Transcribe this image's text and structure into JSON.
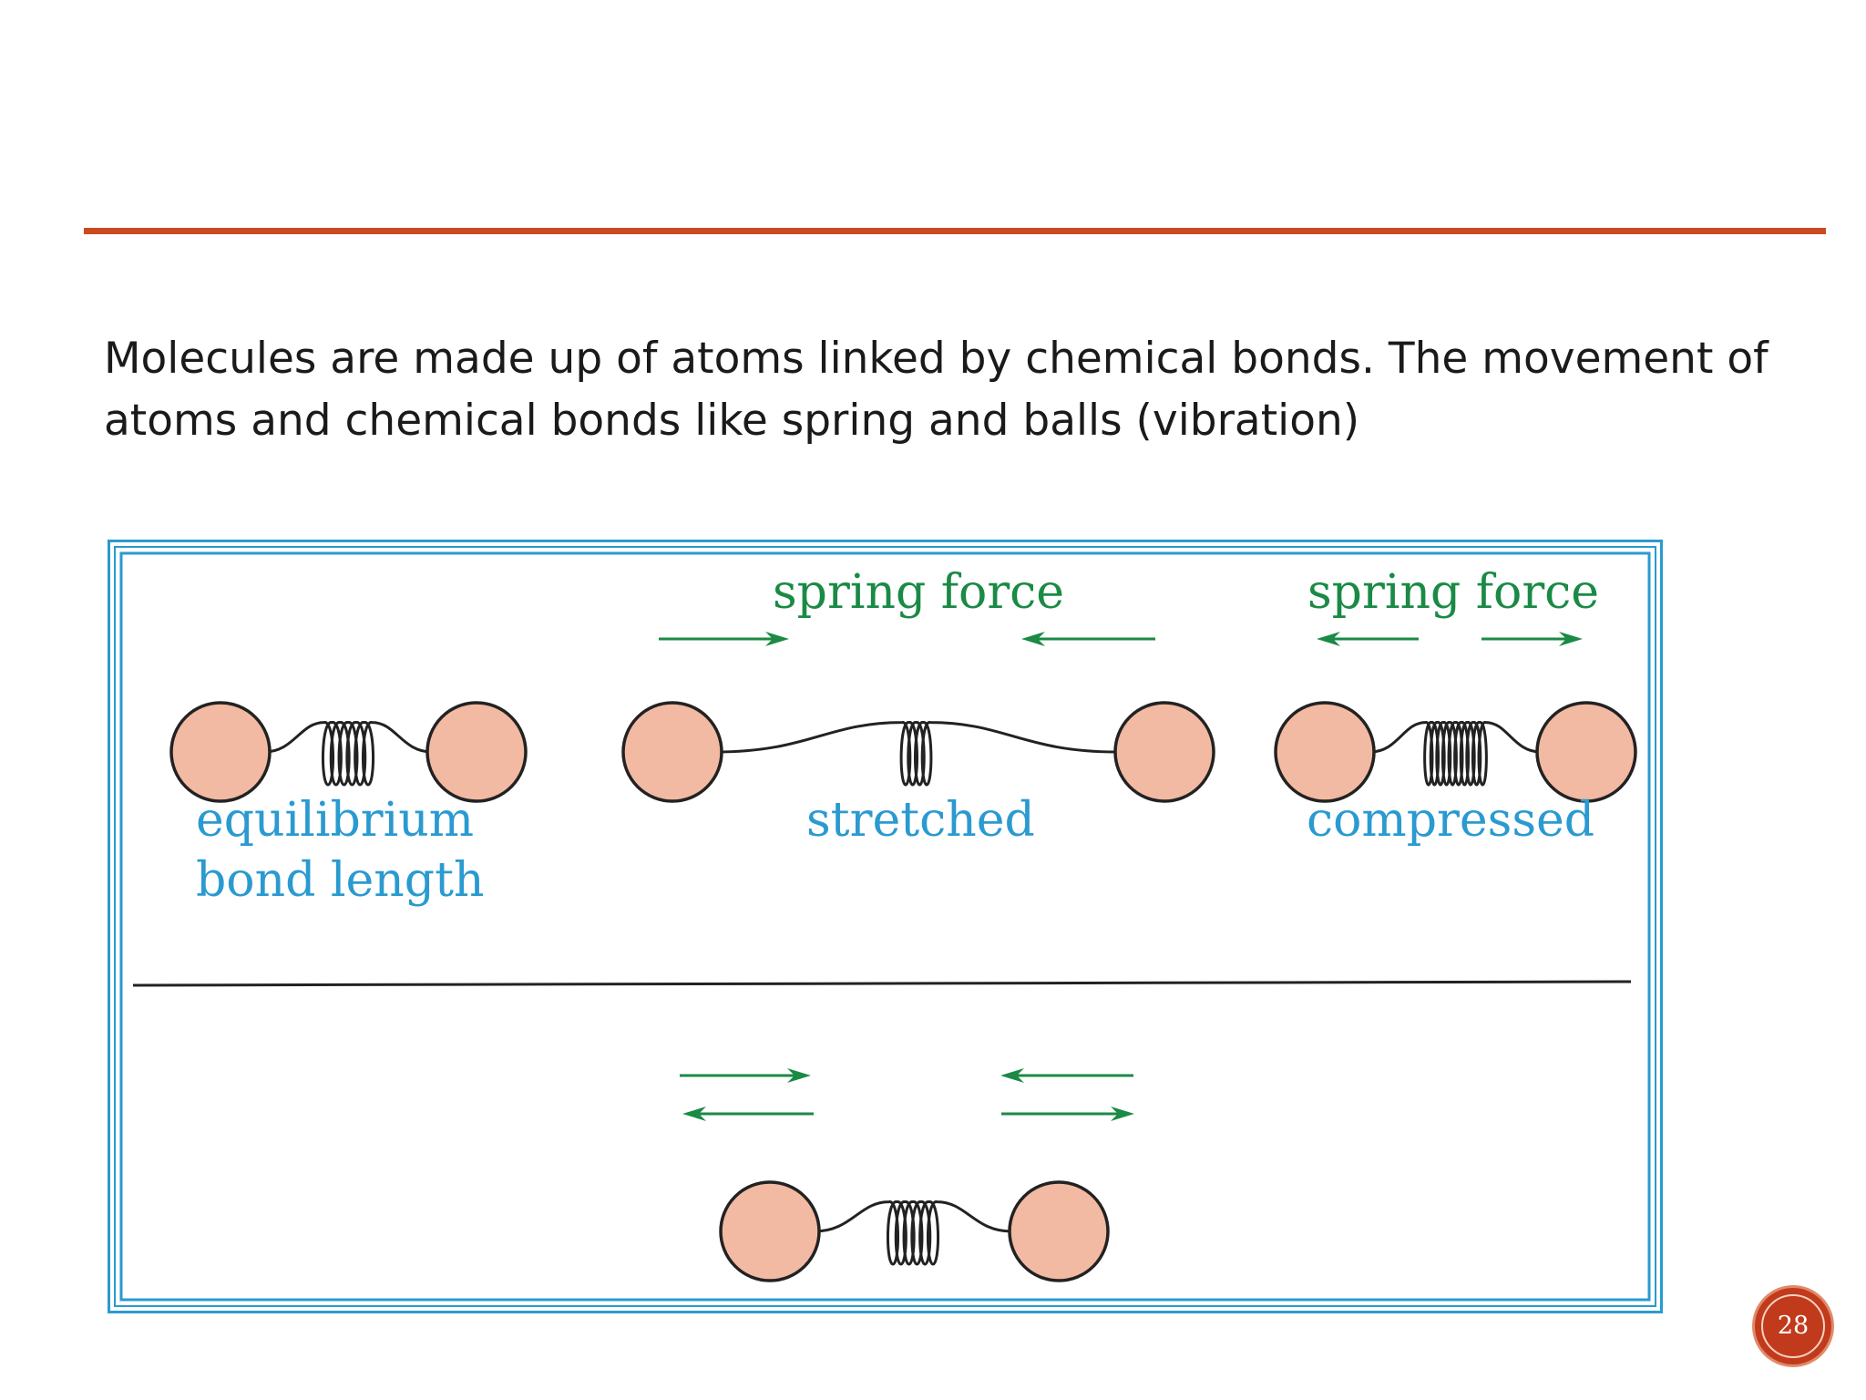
{
  "slide": {
    "paragraph_lines": [
      "Molecules are made up of atoms linked by chemical bonds. The movement of",
      "atoms and chemical bonds like spring and balls (vibration)"
    ],
    "page_number": "28"
  },
  "figure": {
    "labels": {
      "spring_force_1": "spring force",
      "spring_force_2": "spring force",
      "equilibrium_line1": "equilibrium",
      "equilibrium_line2": "bond length",
      "stretched": "stretched",
      "compressed": "compressed"
    }
  },
  "colors": {
    "accent_rule": "#cc4a22",
    "frame": "#2a9ad0",
    "atom_fill": "#f2b9a3",
    "arrow": "#1a8a45",
    "label_blue": "#2a9ad0",
    "badge": "#c23a1c"
  }
}
